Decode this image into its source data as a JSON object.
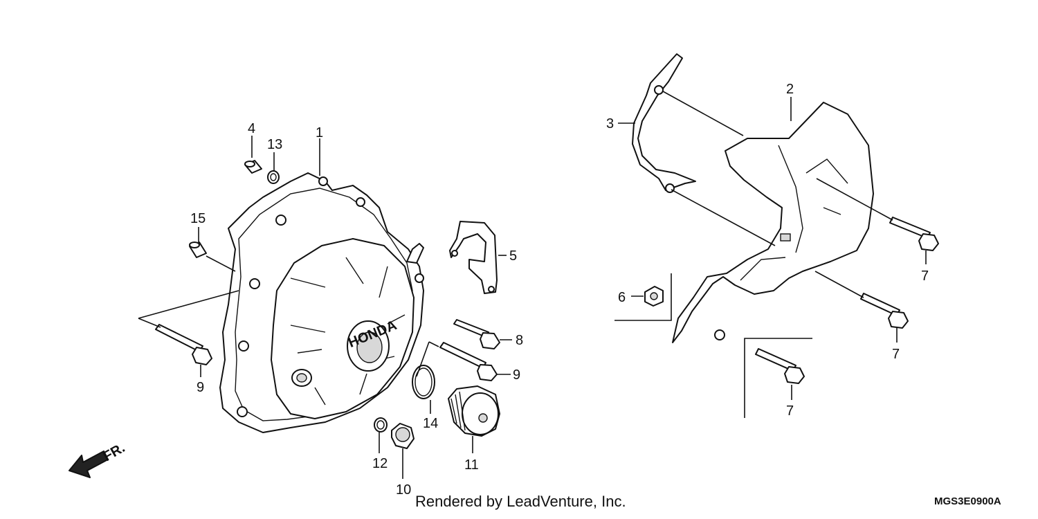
{
  "callouts": {
    "c1": "1",
    "c2": "2",
    "c3": "3",
    "c4": "4",
    "c5": "5",
    "c6": "6",
    "c7a": "7",
    "c7b": "7",
    "c7c": "7",
    "c8": "8",
    "c9a": "9",
    "c9b": "9",
    "c10": "10",
    "c11": "11",
    "c12": "12",
    "c13": "13",
    "c14": "14",
    "c15": "15"
  },
  "front_indicator": "FR.",
  "cover_emblem": "HONDA",
  "footer": {
    "credit": "Rendered by LeadVenture, Inc.",
    "diagram_code": "MGS3E0900A"
  }
}
